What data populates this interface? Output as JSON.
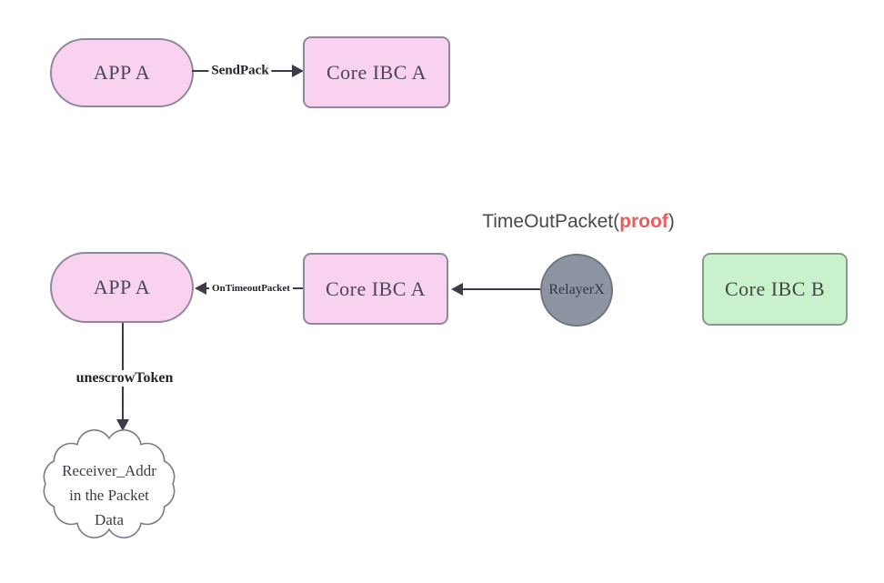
{
  "theme": {
    "background": "#ffffff",
    "pink-fill": "#f8d2ee",
    "pink-border": "#90889e",
    "pink-text": "#4a4560",
    "green-fill": "#c9f2cc",
    "green-border": "#879b88",
    "green-text": "#3e4a42",
    "gray-fill": "#8d95a2",
    "gray-border": "#6f7683",
    "gray-text": "#303846",
    "line": "#3c3c49",
    "label": "#23232d",
    "annotation": "#494949",
    "highlight": "#ec5c5c",
    "cloud-border": "#7b7b88",
    "cloud-text": "#3c3c4a"
  },
  "nodes": {
    "app_a_top": {
      "label": "APP A"
    },
    "core_ibc_a_top": {
      "label": "Core IBC A"
    },
    "app_a_mid": {
      "label": "APP A"
    },
    "core_ibc_a_mid": {
      "label": "Core IBC A"
    },
    "relayer": {
      "label": "RelayerX"
    },
    "core_ibc_b": {
      "label": "Core IBC B"
    },
    "receiver_cloud": {
      "line1": "Receiver_Addr",
      "line2": "in the Packet",
      "line3": "Data"
    }
  },
  "edges": {
    "send_pack": {
      "label": "SendPack"
    },
    "on_timeout_packet": {
      "label": "OnTimeoutPacket"
    },
    "unescrow_token": {
      "label": "unescrowToken"
    }
  },
  "annotations": {
    "timeout_call": {
      "prefix": "TimeOutPacket(",
      "highlight": "proof",
      "suffix": ")"
    }
  }
}
